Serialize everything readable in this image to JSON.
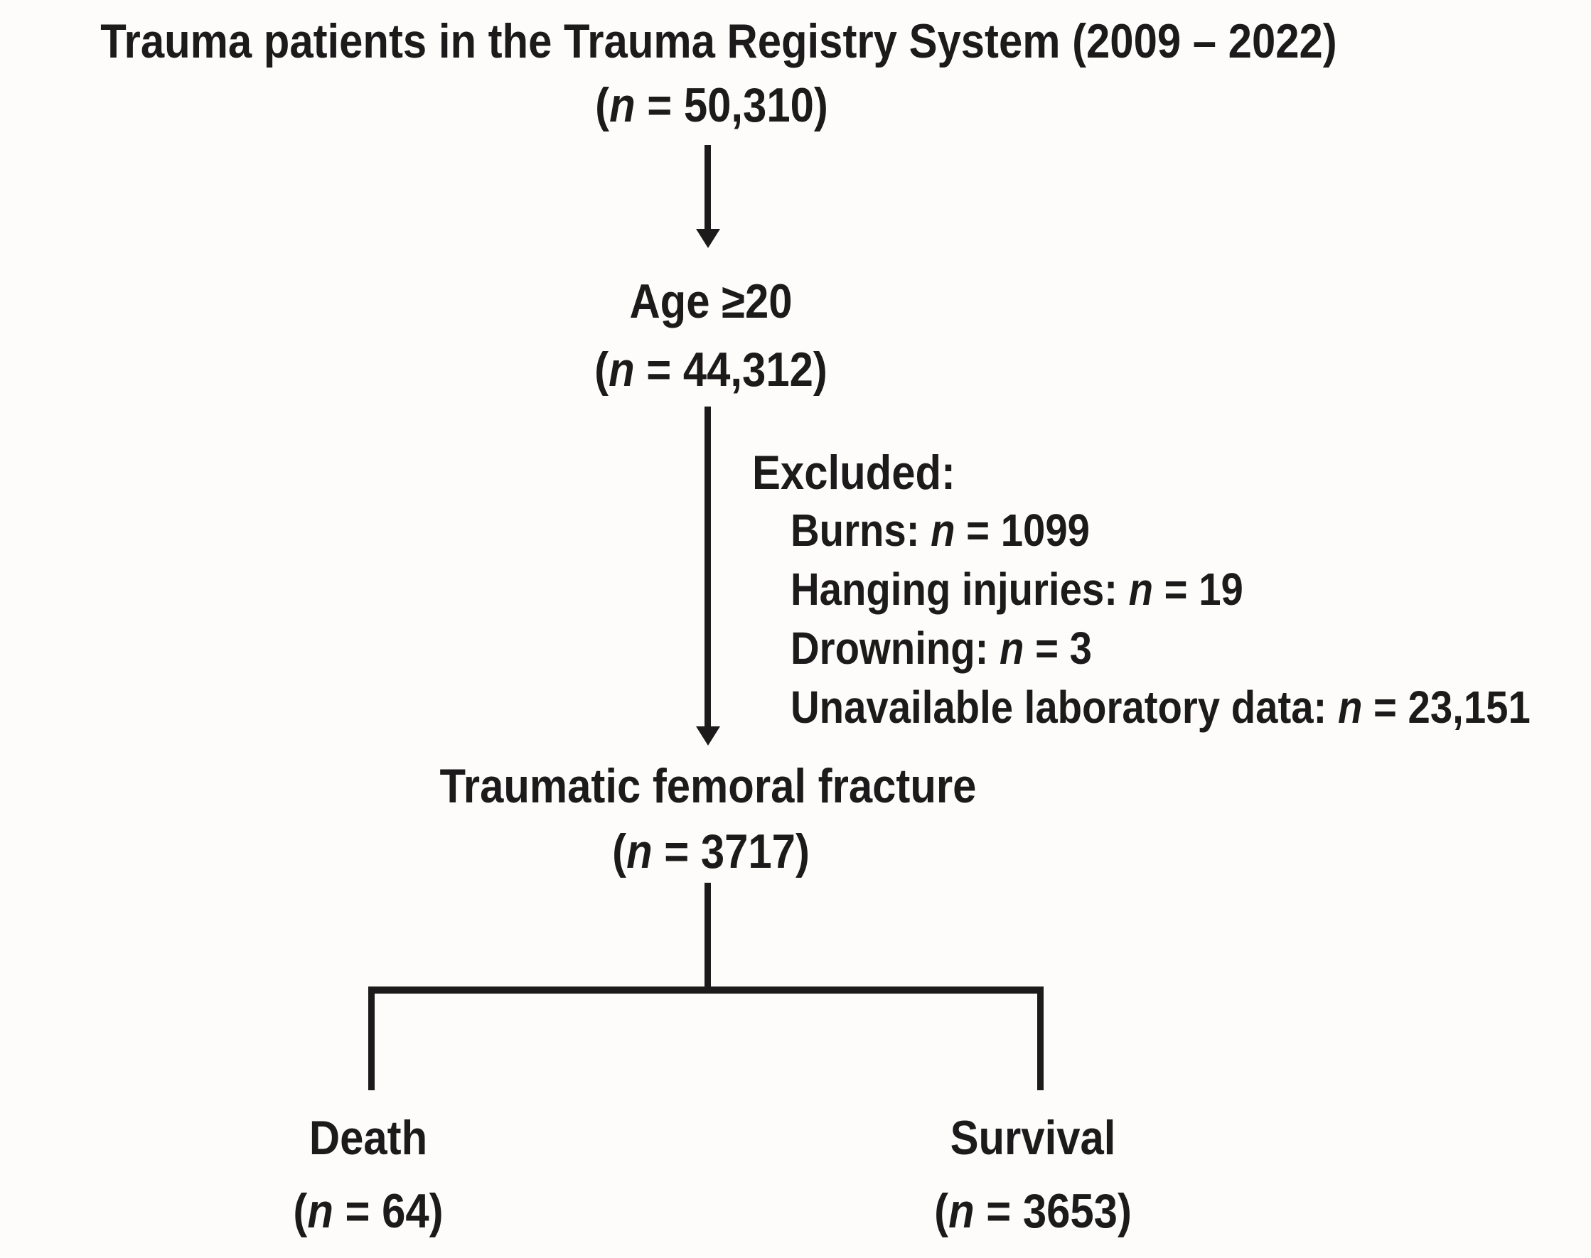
{
  "colors": {
    "background": "#fdfcfa",
    "ink": "#1d1a1b"
  },
  "flow": {
    "root": {
      "label": "Trauma patients in the Trauma Registry System (2009 – 2022)",
      "n_prefix": "(",
      "n_symbol": "n",
      "n_value": " = 50,310)"
    },
    "age": {
      "label": "Age ≥20",
      "n_prefix": "(",
      "n_symbol": "n",
      "n_value": " = 44,312)"
    },
    "excluded": {
      "header": "Excluded:",
      "items": [
        {
          "text": "Burns: ",
          "n_symbol": "n",
          "value": " = 1099"
        },
        {
          "text": "Hanging injuries: ",
          "n_symbol": "n",
          "value": " = 19"
        },
        {
          "text": "Drowning: ",
          "n_symbol": "n",
          "value": " = 3"
        },
        {
          "text": "Unavailable laboratory data: ",
          "n_symbol": "n",
          "value": " = 23,151"
        }
      ]
    },
    "fracture": {
      "label": "Traumatic femoral fracture",
      "n_prefix": "(",
      "n_symbol": "n",
      "n_value": " = 3717)"
    },
    "outcomes": [
      {
        "label": "Death",
        "n_prefix": "(",
        "n_symbol": "n",
        "n_value": " = 64)"
      },
      {
        "label": "Survival",
        "n_prefix": "(",
        "n_symbol": "n",
        "n_value": " = 3653)"
      }
    ]
  }
}
